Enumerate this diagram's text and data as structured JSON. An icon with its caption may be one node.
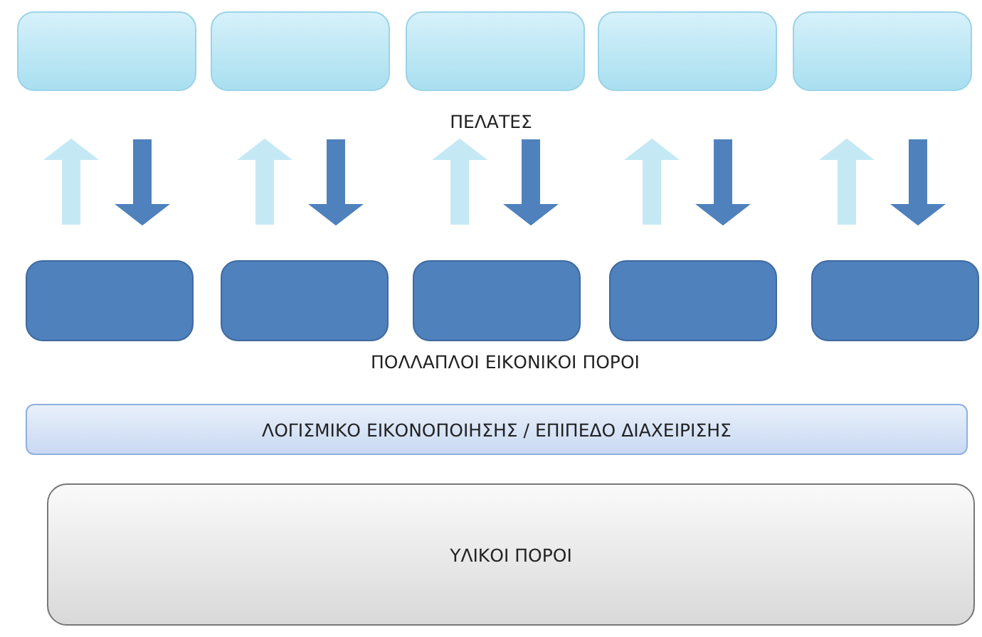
{
  "diagram": {
    "nodes": [
      {
        "text": [],
        "shape": "box"
      },
      {
        "text": [],
        "shape": "box"
      },
      {
        "text": [],
        "shape": "box"
      },
      {
        "text": [],
        "shape": "box"
      },
      {
        "text": [],
        "shape": "box"
      },
      {
        "text": [],
        "shape": "box"
      },
      {
        "text": [],
        "shape": "box"
      },
      {
        "text": [],
        "shape": "box"
      },
      {
        "text": [],
        "shape": "box"
      },
      {
        "text": [],
        "shape": "box"
      },
      {
        "text": [
          "ΛΟΓΙΣΜΙΚΟ ΕΙΚΟΝΟΠΟΙΗΣΗΣ / ΕΠΙΠΕΔΟ ΔΙΑΧΕΙΡΙΣΗΣ"
        ]
      },
      {
        "text": [
          "ΥΛΙΚΟΙ ΠΟΡΟΙ"
        ]
      }
    ],
    "edges": [
      {
        "from": 5,
        "to": 0,
        "arrow": "to",
        "color": "#c4e9f5"
      },
      {
        "from": 0,
        "to": 5,
        "arrow": "to",
        "color": "#4f81bd"
      },
      {
        "from": 6,
        "to": 1,
        "arrow": "to",
        "color": "#c4e9f5"
      },
      {
        "from": 1,
        "to": 6,
        "arrow": "to",
        "color": "#4f81bd"
      },
      {
        "from": 7,
        "to": 2,
        "arrow": "to",
        "color": "#c4e9f5"
      },
      {
        "from": 2,
        "to": 7,
        "arrow": "to",
        "color": "#4f81bd"
      },
      {
        "from": 8,
        "to": 3,
        "arrow": "to",
        "color": "#c4e9f5"
      },
      {
        "from": 3,
        "to": 8,
        "arrow": "to",
        "color": "#4f81bd"
      },
      {
        "from": 9,
        "to": 4,
        "arrow": "to",
        "color": "#c4e9f5"
      },
      {
        "from": 4,
        "to": 9,
        "arrow": "to",
        "color": "#4f81bd"
      }
    ],
    "labels": [
      "ΠΕΛΑΤΕΣ",
      "ΠΟΛΛΑΠΛΟΙ ΕΙΚΟΝΙΚΟΙ ΠΟΡΟΙ"
    ]
  }
}
